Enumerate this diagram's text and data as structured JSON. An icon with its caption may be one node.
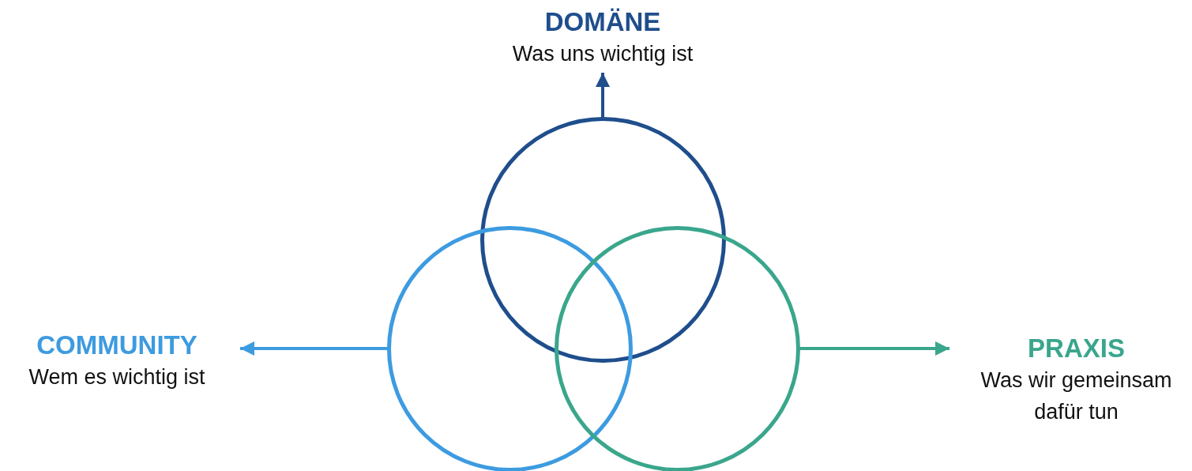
{
  "diagram": {
    "nodes": [
      {
        "text": [
          "DOMÄNE",
          "Was uns wichtig ist"
        ]
      },
      {
        "text": [],
        "shape": "circle"
      },
      {
        "text": [
          "COMMUNITY",
          "Wem es wichtig ist"
        ]
      },
      {
        "text": [],
        "shape": "circle"
      },
      {
        "text": [],
        "shape": "circle"
      },
      {
        "text": [
          "PRAXIS",
          "Was wir gemeinsam dafür tun"
        ]
      }
    ],
    "edges": [
      {
        "from": 1,
        "to": 0,
        "arrow": "to",
        "color": "#1f4e8c"
      },
      {
        "from": 3,
        "to": 2,
        "arrow": "to",
        "color": "#3d9be0"
      },
      {
        "from": 4,
        "to": 5,
        "arrow": "to",
        "color": "#3aa68c"
      }
    ]
  }
}
